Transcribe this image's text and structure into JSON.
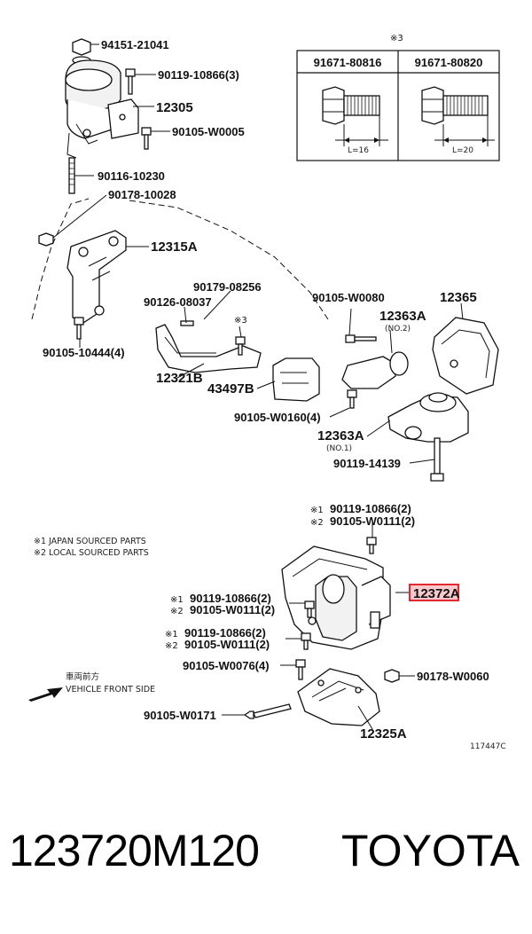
{
  "labels": {
    "p94151_21041": "94151-21041",
    "p90119_10866_3": "90119-10866(3)",
    "p12305": "12305",
    "p90105_W0005": "90105-W0005",
    "p90116_10230": "90116-10230",
    "p90178_10028": "90178-10028",
    "p12315A": "12315A",
    "p90105_10444_4": "90105-10444(4)",
    "p90179_08256": "90179-08256",
    "p90126_08037": "90126-08037",
    "p3mark": "※3",
    "p12321B": "12321B",
    "p43497B": "43497B",
    "p90105_W0080": "90105-W0080",
    "p12365": "12365",
    "p12363A_no2": "12363A",
    "no2": "(NO.2)",
    "p90105_W0160_4": "90105-W0160(4)",
    "p12363A_no1": "12363A",
    "no1": "(NO.1)",
    "p90119_14139": "90119-14139",
    "top_mark1": "※1",
    "top_90119": "90119-10866(2)",
    "top_mark2": "※2",
    "top_90105": "90105-W0111(2)",
    "mid_mark1": "※1",
    "mid_90119": "90119-10866(2)",
    "mid_mark2": "※2",
    "mid_90105": "90105-W0111(2)",
    "low_mark1": "※1",
    "low_90119": "90119-10866(2)",
    "low_mark2": "※2",
    "low_90105": "90105-W0111(2)",
    "p12372A": "12372A",
    "p90105_W0076_4": "90105-W0076(4)",
    "p90178_W0060": "90178-W0060",
    "p90105_W0171": "90105-W0171",
    "p12325A": "12325A",
    "diagram_id": "117447C"
  },
  "bolt_table": {
    "header_mark": "※3",
    "col1": "91671-80816",
    "col2": "91671-80820",
    "len1": "L=16",
    "len2": "L=20"
  },
  "notes": {
    "japan": "※1 JAPAN SOURCED PARTS",
    "local": "※2 LOCAL SOURCED PARTS"
  },
  "front": {
    "jp": "車両前方",
    "en": "VEHICLE FRONT SIDE"
  },
  "footer": {
    "part_number": "123720M120",
    "brand": "TOYOTA"
  },
  "colors": {
    "highlight": "#e0141e",
    "highlight_fill": "#f7c9cc"
  }
}
